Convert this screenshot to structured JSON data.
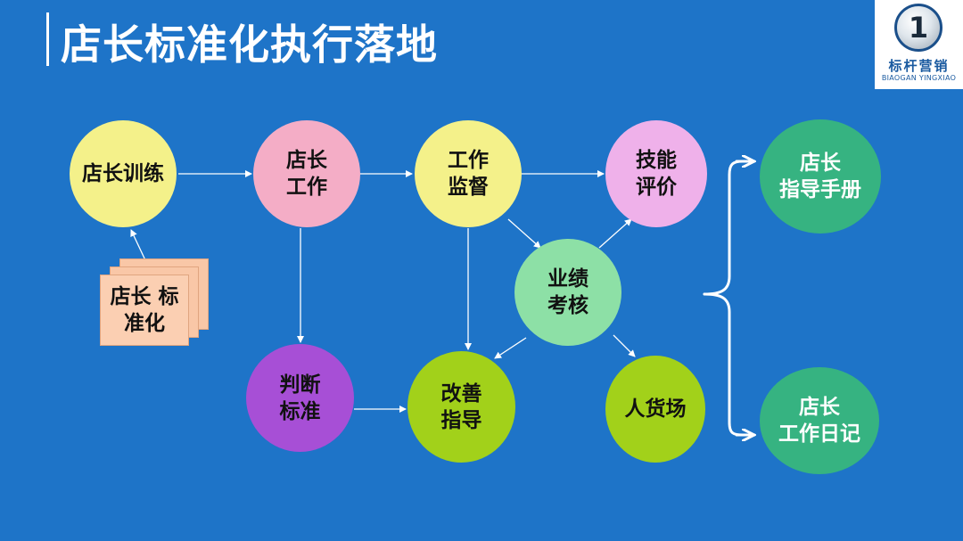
{
  "title": "店长标准化执行落地",
  "logo": {
    "badge": "1",
    "name_cn": "标杆营销",
    "name_en": "BIAOGAN YINGXIAO"
  },
  "nodes": {
    "store_manager_training": "店长训练",
    "store_manager_work": [
      "店长",
      "工作"
    ],
    "work_supervision": [
      "工作",
      "监督"
    ],
    "skill_evaluation": [
      "技能",
      "评价"
    ],
    "performance_assessment": [
      "业绩",
      "考核"
    ],
    "judgment_standard": [
      "判断",
      "标准"
    ],
    "improvement_guidance": [
      "改善",
      "指导"
    ],
    "people_goods_venue": "人货场",
    "guidance_manual": [
      "店长",
      "指导手册"
    ],
    "work_diary": [
      "店长",
      "工作日记"
    ]
  },
  "document": [
    "店长",
    "标准化"
  ],
  "colors": {
    "background": "#1e74c8",
    "yellow": "#f4f18a",
    "pink": "#f4adc6",
    "lavender": "#efb1ea",
    "mint": "#8de0a6",
    "purple": "#a74fd6",
    "lime": "#a2d11a",
    "teal": "#36b381",
    "peach": "#fbcfb2"
  }
}
